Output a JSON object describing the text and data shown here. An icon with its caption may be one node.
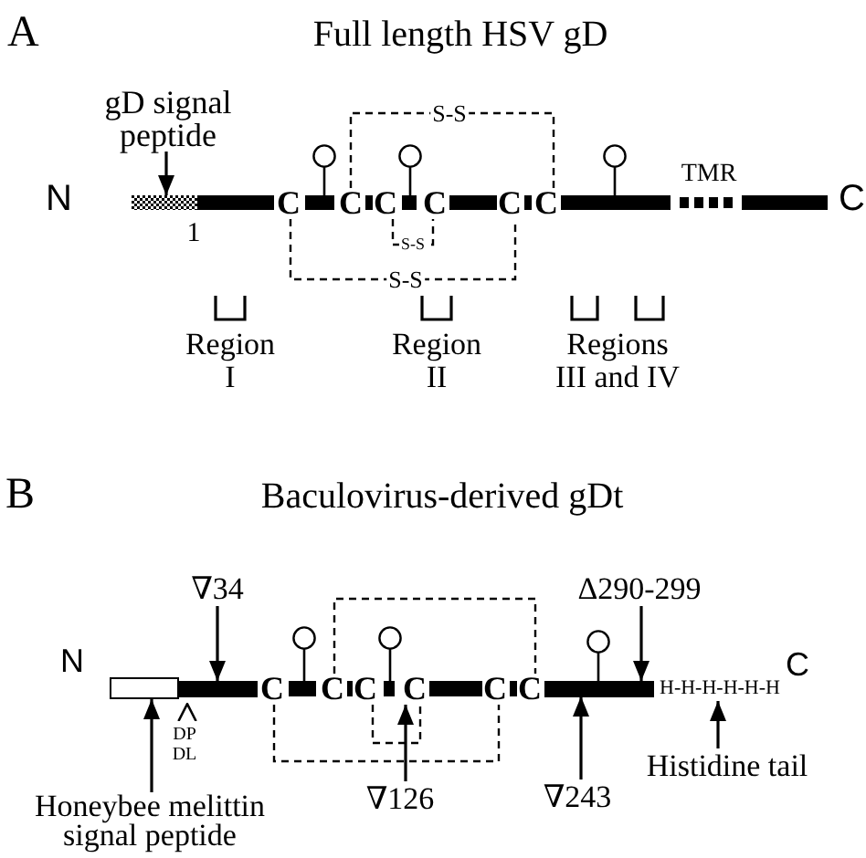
{
  "diagram": {
    "nodes": [
      {
        "text": [
          "gD signal peptide"
        ]
      },
      {
        "text": [],
        "shape": "bar",
        "beside": [
          "1"
        ]
      },
      {
        "text": [
          "C"
        ]
      },
      {
        "text": [
          "C"
        ]
      },
      {
        "text": [
          "C"
        ]
      },
      {
        "text": [
          "C"
        ]
      },
      {
        "text": [
          "C"
        ]
      },
      {
        "text": [
          "C"
        ]
      },
      {
        "text": [
          "∇34"
        ]
      },
      {
        "text": [
          "Δ290-299"
        ]
      },
      {
        "text": [],
        "shape": "box"
      },
      {
        "text": [],
        "shape": "bar"
      },
      {
        "text": [
          "C"
        ]
      },
      {
        "text": [
          "C"
        ]
      },
      {
        "text": [
          "C"
        ]
      },
      {
        "text": [
          "C"
        ]
      },
      {
        "text": [
          "C"
        ]
      },
      {
        "text": [
          "C"
        ]
      },
      {
        "text": [],
        "shape": "bar"
      },
      {
        "text": [
          "H-H-H-H-H-H"
        ]
      },
      {
        "text": [
          "Honeybee melittin signal peptide"
        ]
      },
      {
        "text": [
          "∇126"
        ]
      },
      {
        "text": [
          "∇243"
        ]
      },
      {
        "text": [
          "Histidine tail"
        ]
      }
    ],
    "edges": [
      {
        "from": 0,
        "to": 1,
        "arrow": "to"
      },
      {
        "from": 3,
        "to": 7,
        "arrow": "none",
        "style": "dashed",
        "label": "S-S"
      },
      {
        "from": 4,
        "to": 5,
        "arrow": "none",
        "style": "dashed",
        "label": "S-S"
      },
      {
        "from": 2,
        "to": 6,
        "arrow": "none",
        "style": "dashed",
        "label": "S-S"
      },
      {
        "from": 8,
        "to": 11,
        "arrow": "to"
      },
      {
        "from": 9,
        "to": 18,
        "arrow": "to"
      },
      {
        "from": 13,
        "to": 17,
        "arrow": "none",
        "style": "dashed"
      },
      {
        "from": 14,
        "to": 15,
        "arrow": "none",
        "style": "dashed"
      },
      {
        "from": 12,
        "to": 16,
        "arrow": "none",
        "style": "dashed"
      },
      {
        "from": 20,
        "to": 10,
        "arrow": "to"
      },
      {
        "from": 21,
        "to": 15,
        "arrow": "to"
      },
      {
        "from": 22,
        "to": 18,
        "arrow": "to"
      },
      {
        "from": 23,
        "to": 19,
        "arrow": "to"
      }
    ],
    "labels": [
      "A",
      "Full length HSV gD",
      "TMR",
      "N",
      "C",
      "Region I",
      "Region II",
      "Regions III and IV",
      "B",
      "Baculovirus-derived gDt",
      "N",
      "C",
      "DP DL"
    ]
  }
}
